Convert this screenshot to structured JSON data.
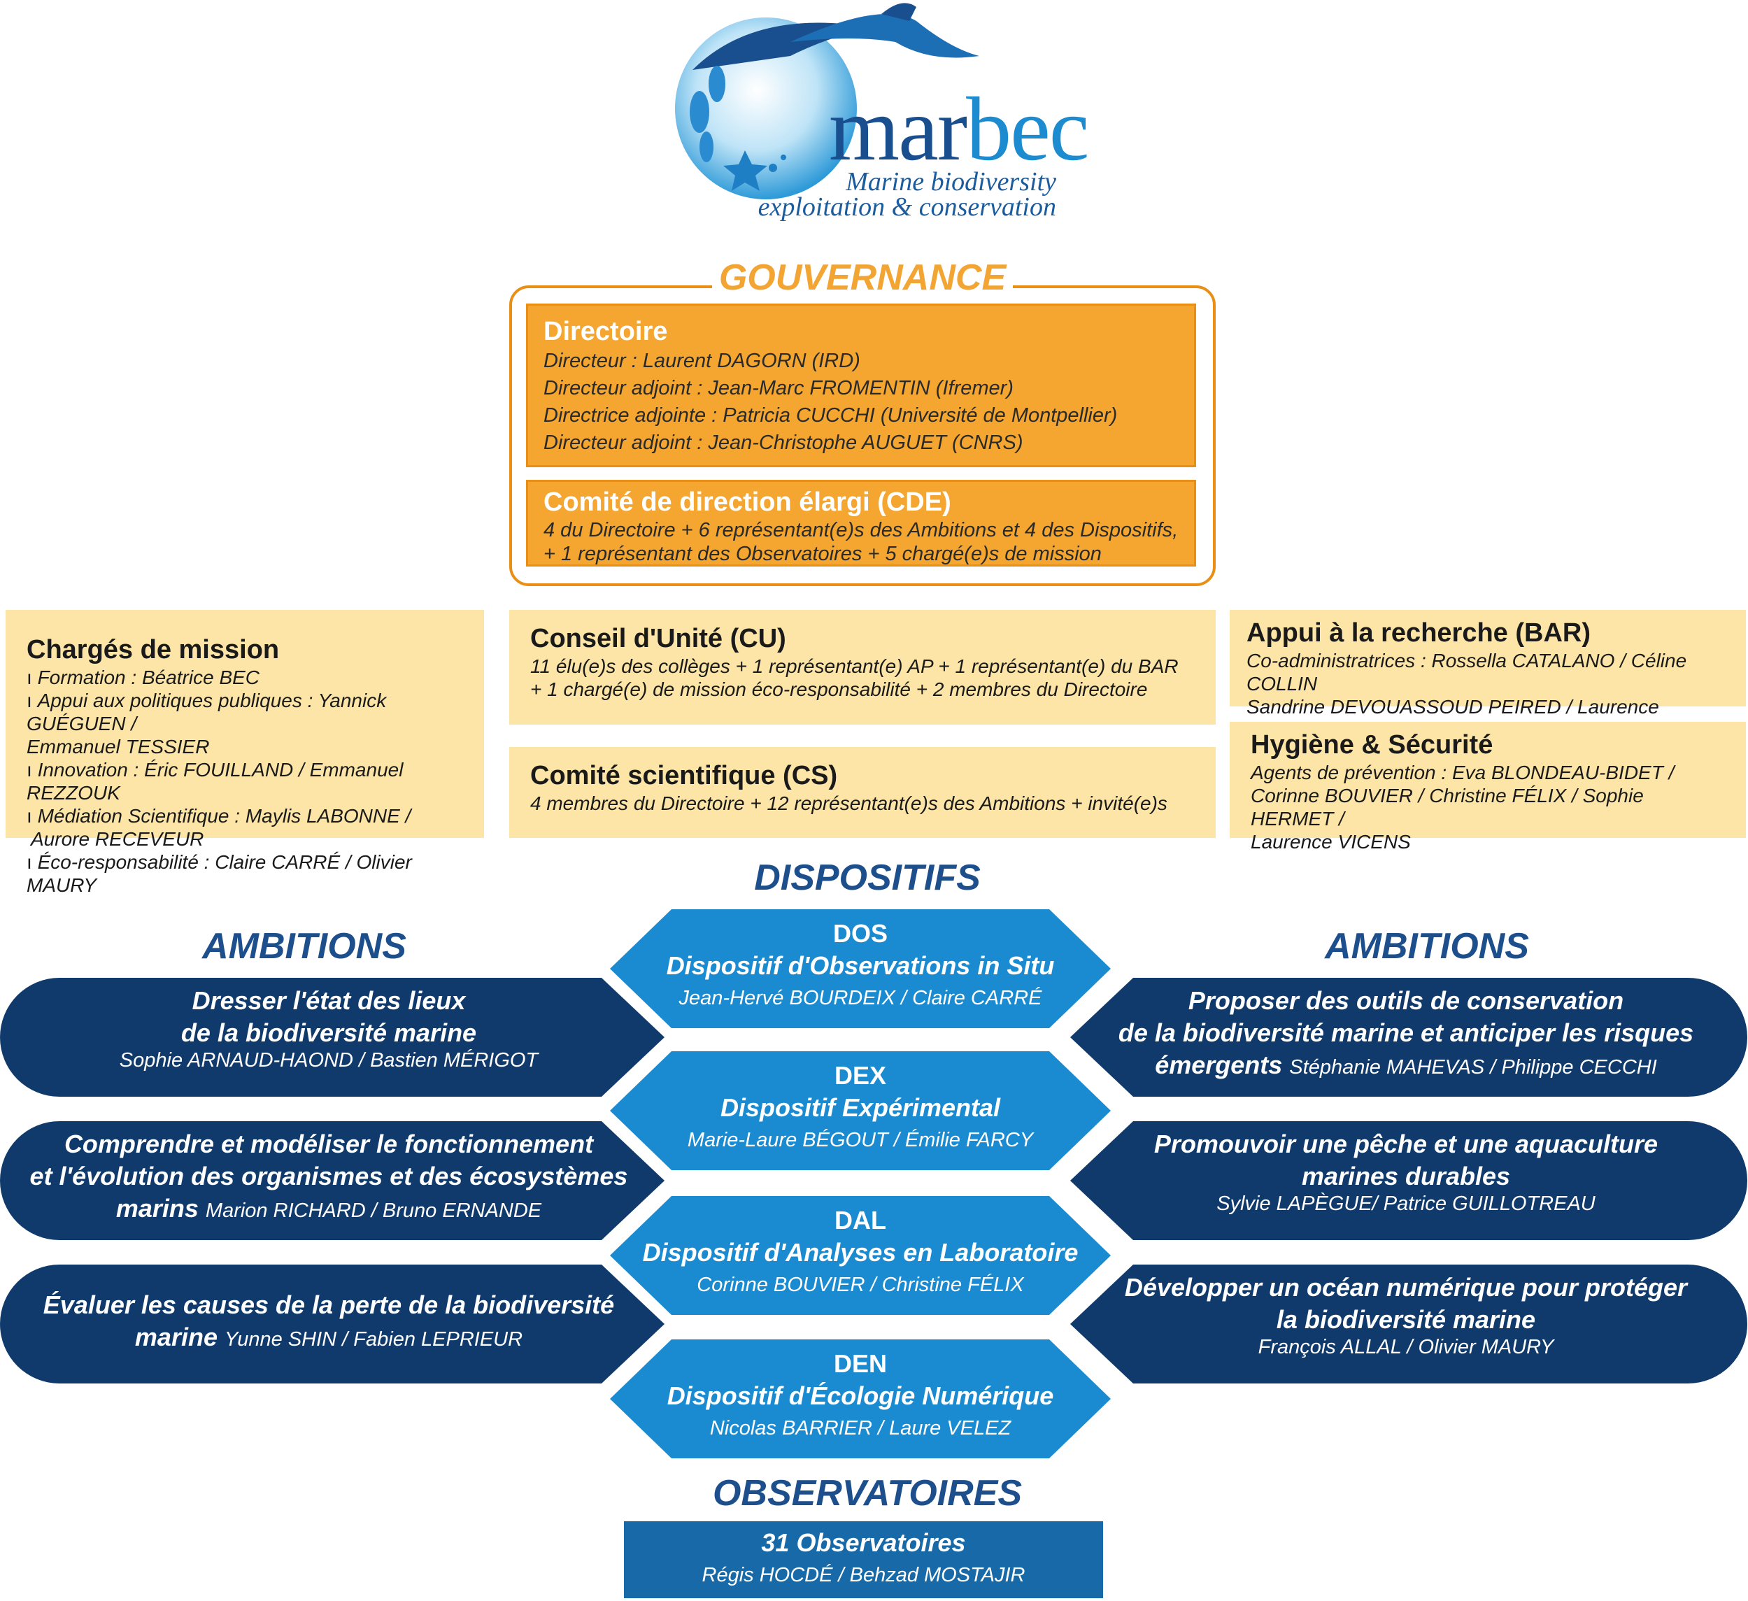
{
  "logo": {
    "word_dark": "mar",
    "word_light": "bec",
    "subtitle_line1": "Marine biodiversity",
    "subtitle_line2": "exploitation & conservation"
  },
  "headings": {
    "gouvernance": "GOUVERNANCE",
    "dispositifs": "DISPOSITIFS",
    "ambitions_left": "AMBITIONS",
    "ambitions_right": "AMBITIONS",
    "observatoires": "OBSERVATOIRES"
  },
  "directoire": {
    "title": "Directoire",
    "lines": [
      "Directeur : Laurent DAGORN (IRD)",
      "Directeur adjoint : Jean-Marc FROMENTIN (Ifremer)",
      "Directrice adjointe : Patricia CUCCHI (Université de Montpellier)",
      "Directeur adjoint : Jean-Christophe AUGUET (CNRS)"
    ]
  },
  "cde": {
    "title": "Comité de direction élargi (CDE)",
    "lines": [
      "4 du Directoire + 6 représentant(e)s des Ambitions et 4 des Dispositifs,",
      "+ 1 représentant des Observatoires + 5 chargé(e)s de mission"
    ]
  },
  "charges": {
    "title": "Chargés de mission",
    "lines": [
      "Formation : Béatrice BEC",
      "Appui aux politiques publiques : Yannick GUÉGUEN /",
      "Emmanuel TESSIER",
      "Innovation : Éric FOUILLAND / Emmanuel REZZOUK",
      "Médiation Scientifique : Maylis LABONNE /",
      "Aurore RECEVEUR",
      "Éco-responsabilité : Claire CARRÉ / Olivier MAURY"
    ]
  },
  "cu": {
    "title": "Conseil d'Unité (CU)",
    "lines": [
      "11 élu(e)s des collèges + 1 représentant(e) AP + 1 représentant(e) du BAR",
      "+ 1 chargé(e) de mission éco-responsabilité + 2 membres du Directoire"
    ]
  },
  "cs": {
    "title": "Comité scientifique (CS)",
    "lines": [
      "4 membres du Directoire + 12 représentant(e)s des Ambitions + invité(e)s"
    ]
  },
  "bar": {
    "title": "Appui à la recherche (BAR)",
    "lines": [
      "Co-administratrices : Rossella CATALANO / Céline COLLIN",
      "Sandrine DEVOUASSOUD PEIRED / Laurence VICENS"
    ]
  },
  "hs": {
    "title": "Hygiène & Sécurité",
    "lines": [
      "Agents de prévention : Eva BLONDEAU-BIDET /",
      "Corinne BOUVIER / Christine FÉLIX / Sophie HERMET /",
      "Laurence VICENS"
    ]
  },
  "ambitions_left": [
    {
      "line1": "Dresser l'état des lieux",
      "line2": "de la biodiversité marine",
      "line2_who": "",
      "who": "Sophie ARNAUD-HAOND / Bastien MÉRIGOT"
    },
    {
      "line1": "Comprendre et modéliser le fonctionnement",
      "line2": "et l'évolution des organismes et des écosystèmes",
      "line3": "marins",
      "line3_who": "Marion RICHARD / Bruno ERNANDE"
    },
    {
      "line1": "Évaluer les causes de la perte de la biodiversité",
      "line2": "marine",
      "line2_who": "Yunne SHIN / Fabien LEPRIEUR"
    }
  ],
  "ambitions_right": [
    {
      "line1": "Proposer des outils de conservation",
      "line2": "de la biodiversité marine et anticiper les risques",
      "line3": "émergents",
      "line3_who": "Stéphanie MAHEVAS / Philippe CECCHI"
    },
    {
      "line1": "Promouvoir une pêche et une aquaculture",
      "line2": "marines durables",
      "who": "Sylvie LAPÈGUE/ Patrice GUILLOTREAU"
    },
    {
      "line1": "Développer un océan numérique pour protéger",
      "line2": "la biodiversité marine",
      "who": "François ALLAL / Olivier MAURY"
    }
  ],
  "dispositifs": [
    {
      "code": "DOS",
      "name": "Dispositif d'Observations in Situ",
      "who": "Jean-Hervé BOURDEIX / Claire CARRÉ"
    },
    {
      "code": "DEX",
      "name": "Dispositif Expérimental",
      "who": "Marie-Laure BÉGOUT / Émilie FARCY"
    },
    {
      "code": "DAL",
      "name": "Dispositif d'Analyses en Laboratoire",
      "who": "Corinne BOUVIER / Christine FÉLIX"
    },
    {
      "code": "DEN",
      "name": "Dispositif d'Écologie Numérique",
      "who": "Nicolas BARRIER / Laure VELEZ"
    }
  ],
  "observatoires": {
    "title": "31 Observatoires",
    "who": "Régis HOCDÉ / Behzad MOSTAJIR"
  },
  "colors": {
    "orange": "#f4a630",
    "orange_border": "#e98f16",
    "cream": "#fce5a6",
    "navy": "#0f3a6b",
    "hex_blue": "#1a8bd1",
    "obs_blue": "#1769a8"
  }
}
